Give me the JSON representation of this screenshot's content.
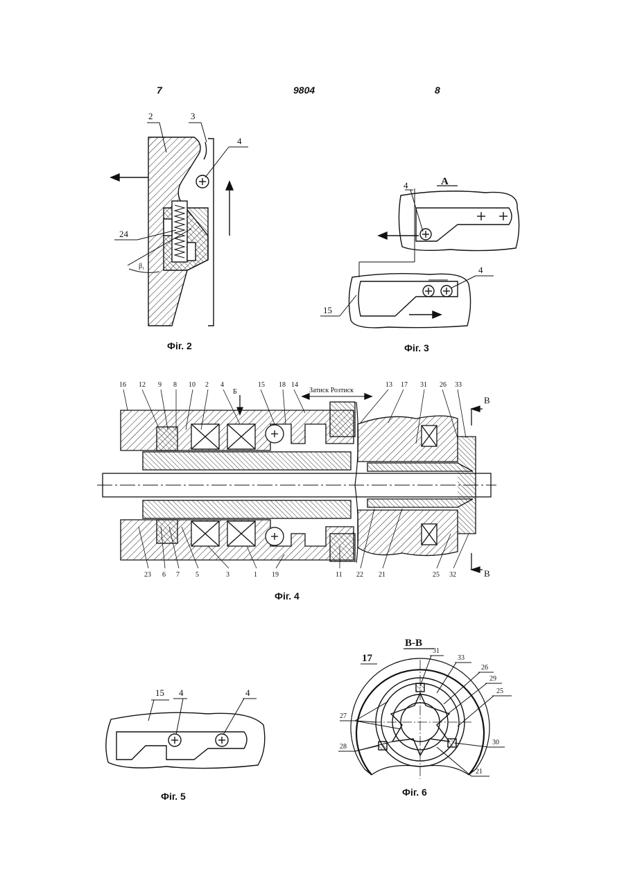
{
  "header": {
    "left_page": "7",
    "doc_number": "9804",
    "right_page": "8"
  },
  "figures": {
    "fig2": {
      "caption": "Фіг. 2",
      "labels": [
        "2",
        "3",
        "4",
        "24",
        "β₁"
      ]
    },
    "fig3": {
      "caption": "Фіг. 3",
      "view": "А",
      "labels": [
        "4",
        "4",
        "15"
      ]
    },
    "fig4": {
      "caption": "Фіг. 4",
      "top_labels": [
        "16",
        "12",
        "9",
        "8",
        "10",
        "2",
        "4",
        "Б",
        "15",
        "18",
        "14",
        "13",
        "17",
        "31",
        "26",
        "33",
        "В"
      ],
      "bottom_labels": [
        "23",
        "6",
        "7",
        "5",
        "3",
        "1",
        "19",
        "11",
        "22",
        "21",
        "25",
        "32",
        "В"
      ],
      "motion_text": "Затиск  Розтиск"
    },
    "fig5": {
      "caption": "Фіг. 5",
      "labels": [
        "15",
        "4",
        "4"
      ]
    },
    "fig6": {
      "caption": "Фіг. 6",
      "section": "В-В",
      "labels": [
        "17",
        "31",
        "33",
        "26",
        "29",
        "25",
        "27",
        "28",
        "30",
        "21"
      ]
    }
  }
}
